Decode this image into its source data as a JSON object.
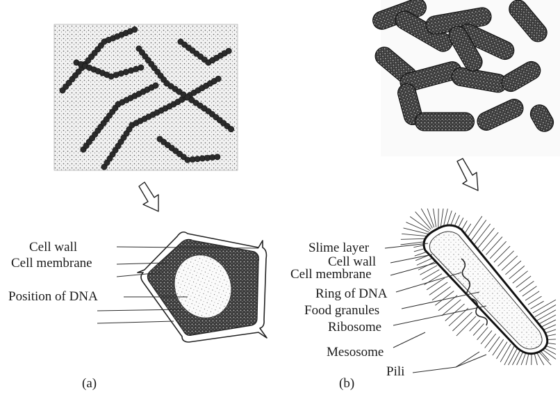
{
  "panel_a": {
    "caption": "(a)",
    "labels": {
      "cell_wall": "Cell wall",
      "cell_membrane": "Cell membrane",
      "position_of_dna": "Position of DNA"
    }
  },
  "panel_b": {
    "caption": "(b)",
    "labels": {
      "slime_layer": "Slime layer",
      "cell_wall": "Cell wall",
      "cell_membrane": "Cell membrane",
      "ring_of_dna": "Ring of DNA",
      "food_granules": "Food granules",
      "ribosome": "Ribosome",
      "mesosome": "Mesosome",
      "pili": "Pili"
    }
  }
}
